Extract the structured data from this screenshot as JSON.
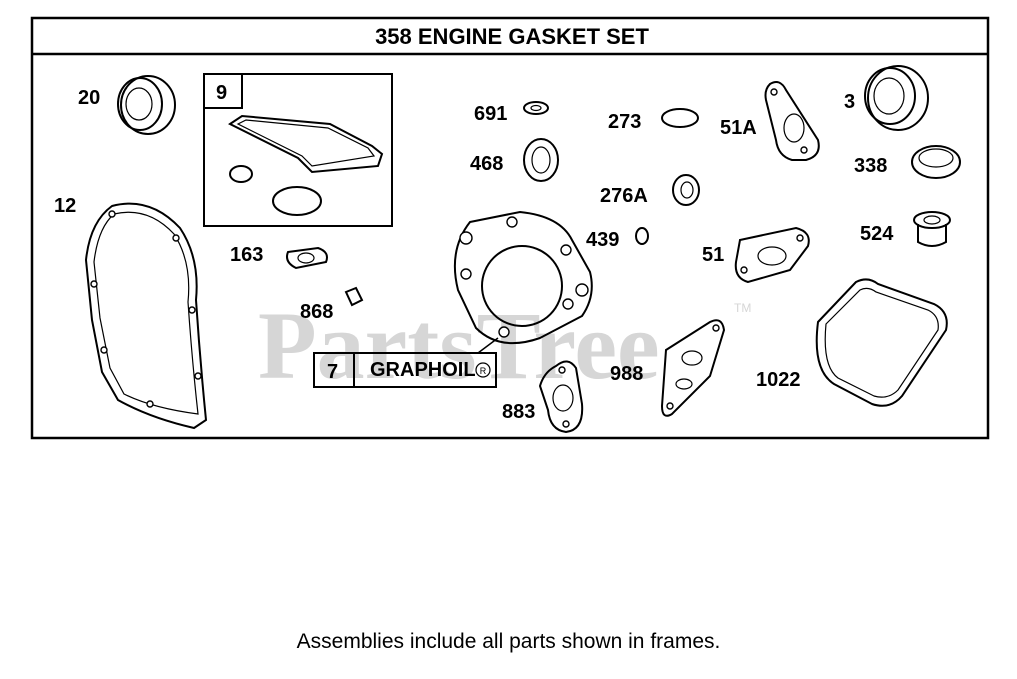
{
  "title": "358 ENGINE GASKET SET",
  "watermark": {
    "text": "PartsTree",
    "trademark": "TM"
  },
  "frames": {
    "frame_9_label": "9",
    "frame_7_label": "7",
    "frame_7_text": "GRAPHOIL",
    "frame_7_mark": "R"
  },
  "part_labels": {
    "p20": "20",
    "p12": "12",
    "p163": "163",
    "p868": "868",
    "p691": "691",
    "p468": "468",
    "p273": "273",
    "p51a": "51A",
    "p3": "3",
    "p338": "338",
    "p276a": "276A",
    "p439": "439",
    "p524": "524",
    "p51": "51",
    "p883": "883",
    "p988": "988",
    "p1022": "1022"
  },
  "footnote": "Assemblies include all parts shown in frames."
}
